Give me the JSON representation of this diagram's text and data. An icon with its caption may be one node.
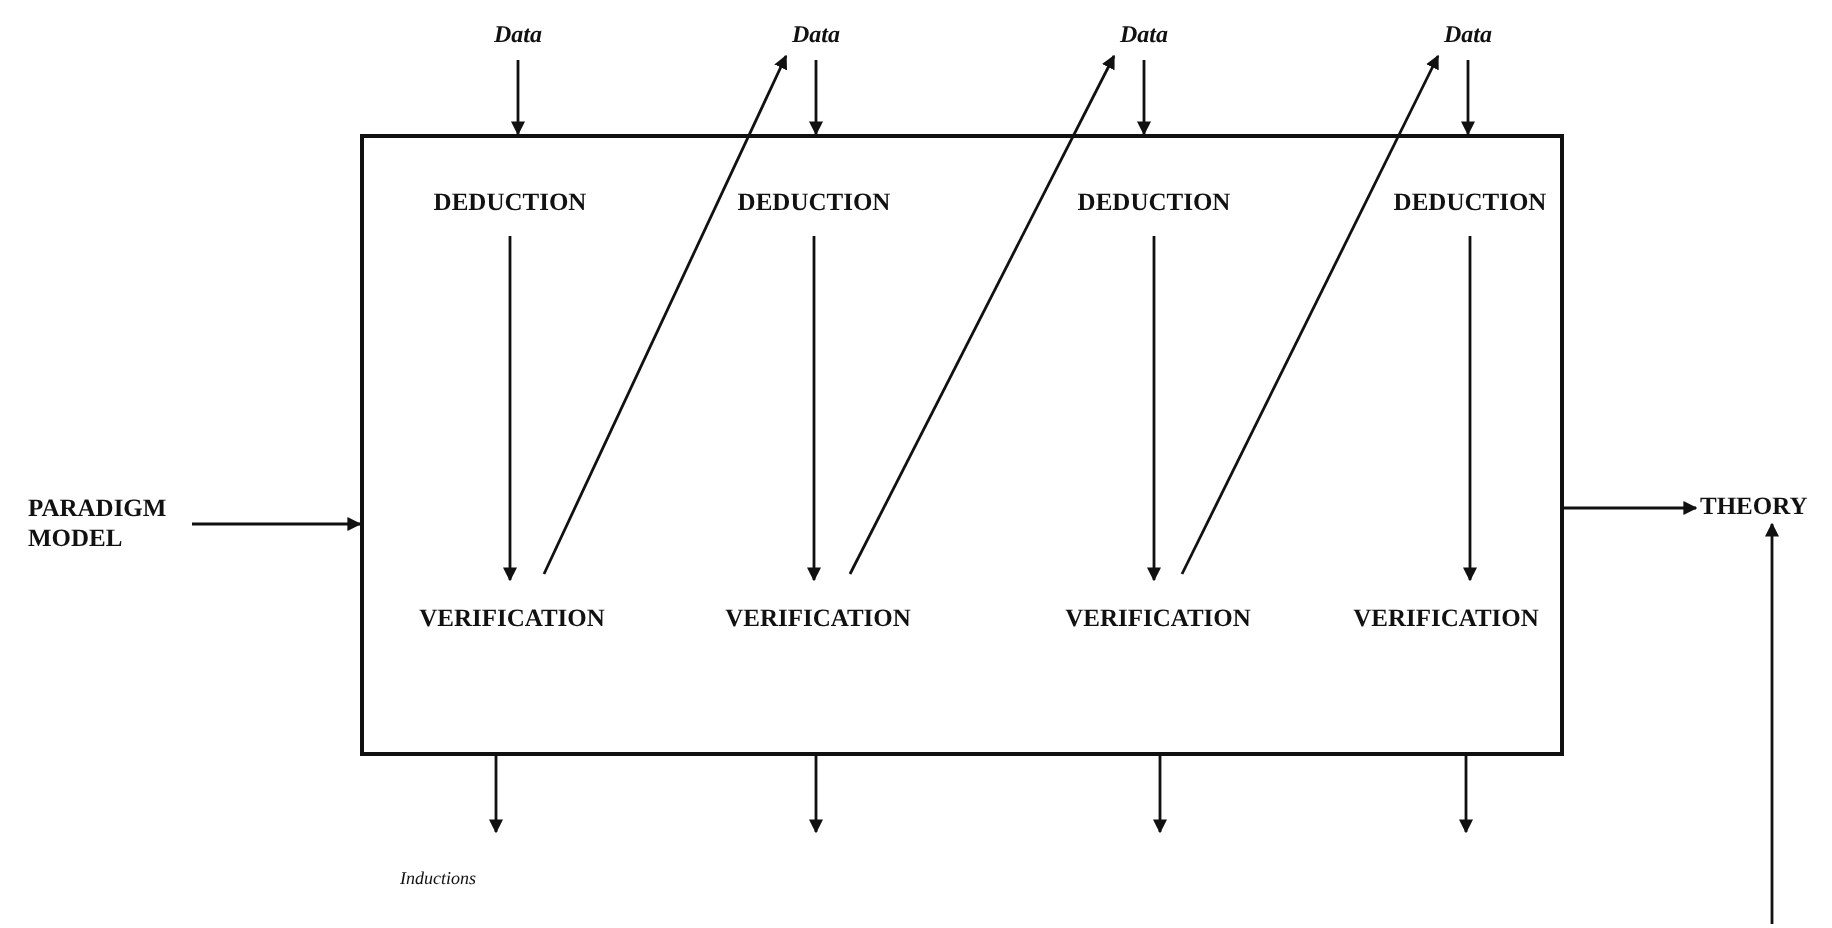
{
  "diagram": {
    "nodes": [
      {
        "text": [],
        "shape": "box"
      },
      {
        "text": [
          "Data"
        ]
      },
      {
        "text": [
          "Data"
        ]
      },
      {
        "text": [
          "Data"
        ]
      },
      {
        "text": [
          "Data"
        ]
      },
      {
        "text": [
          "DEDUCTION"
        ],
        "in": 0
      },
      {
        "text": [
          "DEDUCTION"
        ],
        "in": 0
      },
      {
        "text": [
          "DEDUCTION"
        ],
        "in": 0
      },
      {
        "text": [
          "DEDUCTION"
        ],
        "in": 0
      },
      {
        "text": [
          "VERIFICATION"
        ],
        "in": 0
      },
      {
        "text": [
          "VERIFICATION"
        ],
        "in": 0
      },
      {
        "text": [
          "VERIFICATION"
        ],
        "in": 0
      },
      {
        "text": [
          "VERIFICATION"
        ],
        "in": 0
      },
      {
        "text": [
          "PARADIGM MODEL"
        ]
      },
      {
        "text": [
          "THEORY"
        ]
      }
    ],
    "edges": [
      {
        "from": 1,
        "to": 0,
        "arrow": "to"
      },
      {
        "from": 2,
        "to": 0,
        "arrow": "to"
      },
      {
        "from": 3,
        "to": 0,
        "arrow": "to"
      },
      {
        "from": 4,
        "to": 0,
        "arrow": "to"
      },
      {
        "from": 5,
        "to": 9,
        "arrow": "to"
      },
      {
        "from": 6,
        "to": 10,
        "arrow": "to"
      },
      {
        "from": 7,
        "to": 11,
        "arrow": "to"
      },
      {
        "from": 8,
        "to": 12,
        "arrow": "to"
      },
      {
        "from": 9,
        "to": 2,
        "arrow": "to"
      },
      {
        "from": 10,
        "to": 3,
        "arrow": "to"
      },
      {
        "from": 11,
        "to": 4,
        "arrow": "to"
      },
      {
        "from": 0,
        "to": null,
        "arrow": "to"
      },
      {
        "from": 0,
        "to": null,
        "arrow": "to"
      },
      {
        "from": 0,
        "to": null,
        "arrow": "to"
      },
      {
        "from": 0,
        "to": null,
        "arrow": "to"
      },
      {
        "from": 13,
        "to": 0,
        "arrow": "to"
      },
      {
        "from": 0,
        "to": 14,
        "arrow": "to"
      },
      {
        "from": null,
        "to": 14,
        "arrow": "to"
      }
    ],
    "labels": [
      "Inductions"
    ]
  }
}
